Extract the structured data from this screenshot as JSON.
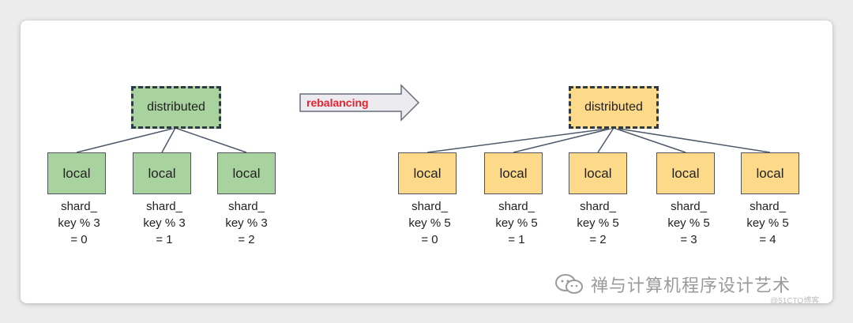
{
  "left_tree": {
    "root_label": "distributed",
    "leaves": [
      {
        "label": "local",
        "caption": [
          "shard_",
          "key % 3",
          "= 0"
        ]
      },
      {
        "label": "local",
        "caption": [
          "shard_",
          "key % 3",
          "= 1"
        ]
      },
      {
        "label": "local",
        "caption": [
          "shard_",
          "key % 3",
          "= 2"
        ]
      }
    ],
    "color": "#a9d39e"
  },
  "arrow": {
    "label": "rebalancing",
    "label_color": "#e8212e"
  },
  "right_tree": {
    "root_label": "distributed",
    "leaves": [
      {
        "label": "local",
        "caption": [
          "shard_",
          "key % 5",
          "= 0"
        ]
      },
      {
        "label": "local",
        "caption": [
          "shard_",
          "key % 5",
          "= 1"
        ]
      },
      {
        "label": "local",
        "caption": [
          "shard_",
          "key % 5",
          "= 2"
        ]
      },
      {
        "label": "local",
        "caption": [
          "shard_",
          "key % 5",
          "= 3"
        ]
      },
      {
        "label": "local",
        "caption": [
          "shard_",
          "key % 5",
          "= 4"
        ]
      }
    ],
    "color": "#fdd98a"
  },
  "watermark": {
    "text": "禅与计算机程序设计艺术",
    "icon": "wechat-icon",
    "sub": "@51CTO博客"
  }
}
